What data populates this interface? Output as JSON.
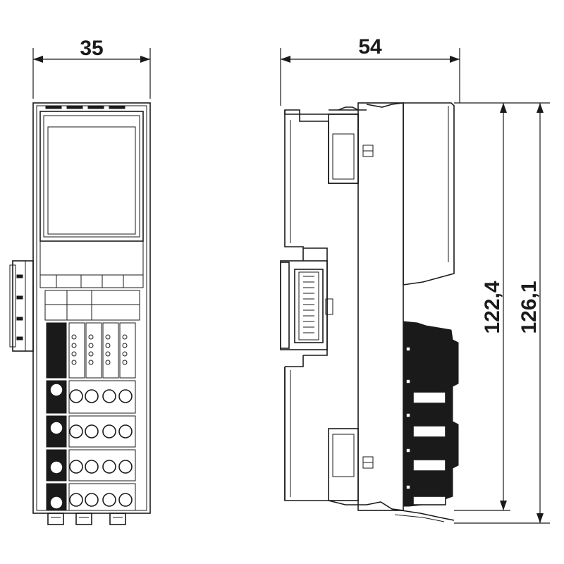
{
  "drawing": {
    "width_front": "35",
    "depth_side": "54",
    "height_inner": "122,4",
    "height_outer": "126,1"
  }
}
